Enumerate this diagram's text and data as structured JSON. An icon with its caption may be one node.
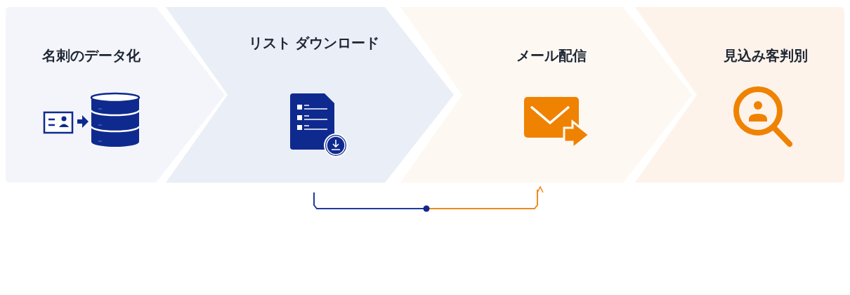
{
  "diagram": {
    "nodes": [
      {
        "text": [
          "名刺のデータ化"
        ]
      },
      {
        "text": [
          "リスト ダウンロード"
        ]
      },
      {
        "text": [
          "メール配信"
        ]
      },
      {
        "text": [
          "見込み客判別"
        ]
      }
    ],
    "edges": [
      {
        "from": 1,
        "to": 2,
        "arrow": "to"
      }
    ]
  }
}
